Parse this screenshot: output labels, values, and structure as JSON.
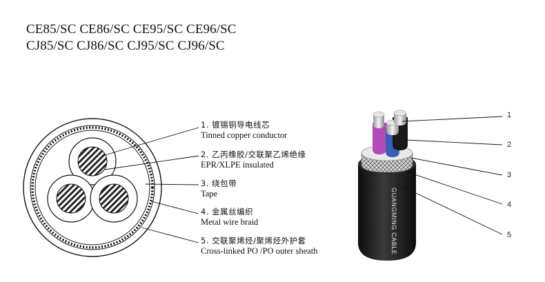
{
  "title": {
    "line1": "CE85/SC CE86/SC CE95/SC CE96/SC",
    "line2": "CJ85/SC CJ86/SC CJ95/SC CJ96/SC"
  },
  "labels": [
    {
      "zh": "1. 镀锡铜导电线芯",
      "en": "Tinned copper conductor"
    },
    {
      "zh": "2. 乙丙橡胶/交联聚乙烯绝缘",
      "en": "EPR/XLPE insulated"
    },
    {
      "zh": "3. 绕包带",
      "en": "Tape"
    },
    {
      "zh": "4. 金属丝编织",
      "en": "Metal wire braid"
    },
    {
      "zh": "5. 交联聚烯烃/聚烯烃外护套",
      "en": "Cross-linked PO /PO outer sheath"
    }
  ],
  "callout_numbers": [
    "1",
    "2",
    "3",
    "4",
    "5"
  ],
  "cable_print": "GUANGMING CABLE",
  "colors": {
    "insulation_blue": "#3b5fb8",
    "insulation_purple": "#b04bb8",
    "insulation_black": "#1a1a1a",
    "sheath": "#1c1c1c",
    "copper": "#c8c8c8"
  }
}
